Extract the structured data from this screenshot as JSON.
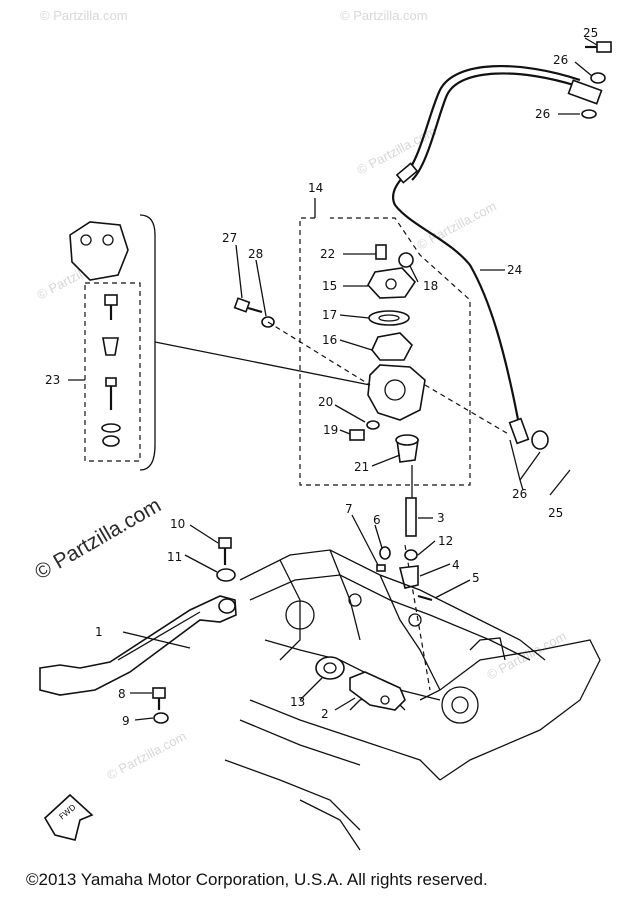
{
  "copyright": "©2013 Yamaha Motor Corporation, U.S.A. All rights reserved.",
  "watermark": "© Partzilla.com",
  "fwd_label": "FWD",
  "callouts": {
    "c1": "1",
    "c2": "2",
    "c3": "3",
    "c4": "4",
    "c5": "5",
    "c6": "6",
    "c7": "7",
    "c8": "8",
    "c9": "9",
    "c10": "10",
    "c11": "11",
    "c12": "12",
    "c13": "13",
    "c14": "14",
    "c15": "15",
    "c16": "16",
    "c17": "17",
    "c18": "18",
    "c19": "19",
    "c20": "20",
    "c21": "21",
    "c22": "22",
    "c23": "23",
    "c24": "24",
    "c25a": "25",
    "c25b": "25",
    "c26a": "26",
    "c26b": "26",
    "c26c": "26",
    "c27": "27",
    "c28": "28"
  }
}
